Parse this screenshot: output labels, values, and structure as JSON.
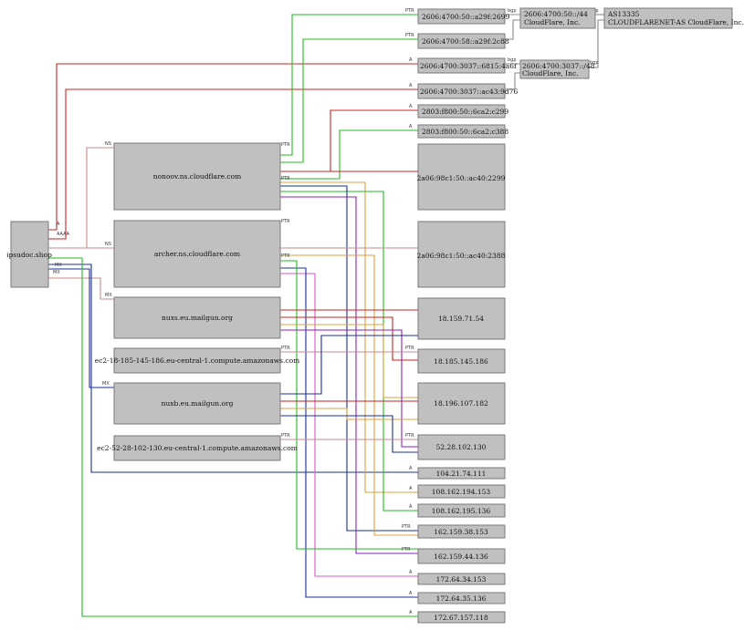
{
  "nodes": {
    "root": "ipsudoc.shop",
    "ns1": "nonoov.ns.cloudflare.com",
    "ns2": "archer.ns.cloudflare.com",
    "mx1": "nuxs.eu.mailgun.org",
    "ec2a": "ec2-18-185-145-186.eu-central-1.compute.amazonaws.com",
    "mx2": "nuxb.eu.mailgun.org",
    "ec2b": "ec2-52-28-102-130.eu-central-1.compute.amazonaws.com",
    "v6_1": "2606:4700:50::a29f:2699",
    "v6_2": "2606:4700:58::a29f:2c88",
    "v6_3": "2606:4700:3037::6815:4a6f",
    "v6_4": "2606:4700:3037::ac43:9d76",
    "v6_5": "2803:f800:50::6ca2:c299",
    "v6_6": "2803:f800:50::6ca2:c388",
    "v6_7": "2a06:98c1:50::ac40:2299",
    "v6_8": "2a06:98c1:50::ac40:2388",
    "ip1": "18.159.71.54",
    "ip2": "18.185.145.186",
    "ip3": "18.196.107.182",
    "ip4": "52.28.102.130",
    "ip5": "104.21.74.111",
    "ip6": "108.162.194.153",
    "ip7": "108.162.195.136",
    "ip8": "162.159.38.153",
    "ip9": "162.159.44.136",
    "ip10": "172.64.34.153",
    "ip11": "172.64.35.136",
    "ip12": "172.67.157.118",
    "net1_l1": "2606:4700:50::/44",
    "net1_l2": "CloudFlare, Inc.",
    "net2_l1": "2606:4700:3037::/48",
    "net2_l2": "CloudFlare, Inc.",
    "as_l1": "AS13335",
    "as_l2": "CLOUDFLARENET-AS CloudFlare, Inc."
  },
  "edge_labels": {
    "ns": "NS",
    "a": "A",
    "aaaa": "AAAA",
    "mx": "MX",
    "ptr": "PTR",
    "bgp": "bgp"
  },
  "colors": {
    "green": "#22bb22",
    "red": "#cc2222",
    "blue": "#1a2f9e",
    "orange": "#e0a040",
    "purple": "#8a22bb",
    "pink": "#dd55cc",
    "grey": "#888888"
  }
}
